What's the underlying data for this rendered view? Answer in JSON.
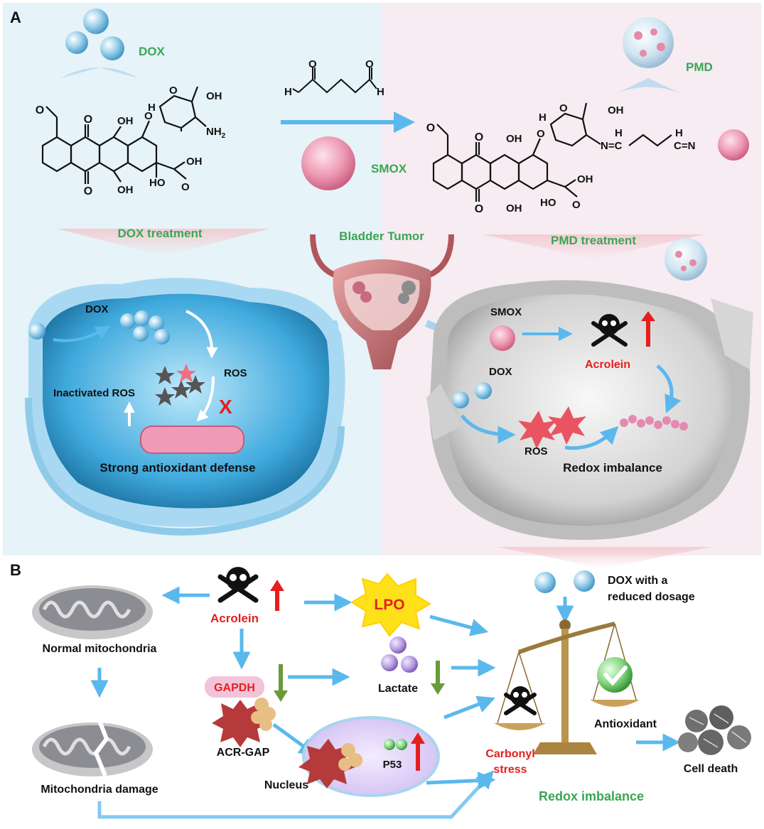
{
  "panels": {
    "a_label": "A",
    "b_label": "B"
  },
  "panel_a": {
    "dox_label": "DOX",
    "pmd_label": "PMD",
    "smox_label": "SMOX",
    "dox_treatment": "DOX treatment",
    "pmd_treatment": "PMD treatment",
    "bladder_tumor": "Bladder Tumor",
    "structures": {
      "oh": "OH",
      "nh2": "NH",
      "nh2_sub": "2",
      "o": "O",
      "h": "H",
      "ho": "HO",
      "n_eq_c": "N=C",
      "c_eq_n": "C=N"
    },
    "left_cell": {
      "dox": "DOX",
      "ros": "ROS",
      "inactivated_ros": "Inactivated ROS",
      "x_mark": "X",
      "defense": "Strong antioxidant defense"
    },
    "right_cell": {
      "smox": "SMOX",
      "dox": "DOX",
      "acrolein": "Acrolein",
      "ros": "ROS",
      "redox": "Redox imbalance"
    }
  },
  "panel_b": {
    "acrolein": "Acrolein",
    "lpo": "LPO",
    "dox_reduced_1": "DOX with a",
    "dox_reduced_2": "reduced dosage",
    "normal_mito": "Normal mitochondria",
    "mito_damage": "Mitochondria damage",
    "gapdh": "GAPDH",
    "lactate": "Lactate",
    "acr_gap": "ACR-GAP",
    "nucleus": "Nucleus",
    "p53": "P53",
    "carbonyl_1": "Carbonyl",
    "carbonyl_2": "stress",
    "antioxidant": "Antioxidant",
    "cell_death": "Cell death",
    "redox_imbalance": "Redox imbalance"
  },
  "colors": {
    "green_text": "#3aa655",
    "red_text": "#e61e1e",
    "arrow_blue": "#5bb8ec",
    "bg_left": "#e6f3f8",
    "bg_right": "#f6ecf1"
  }
}
